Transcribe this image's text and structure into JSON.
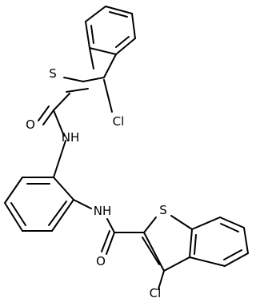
{
  "diagram": {
    "type": "structural-formula",
    "atom_labels": {
      "s_top": "S",
      "cl_top": "Cl",
      "o_top": "O",
      "nh_top": "NH",
      "nh_bottom": "NH",
      "s_bottom": "S",
      "o_bottom": "O",
      "cl_bottom": "Cl"
    },
    "colors": {
      "bond": "#000000",
      "text": "#000000",
      "background": "#ffffff"
    }
  }
}
